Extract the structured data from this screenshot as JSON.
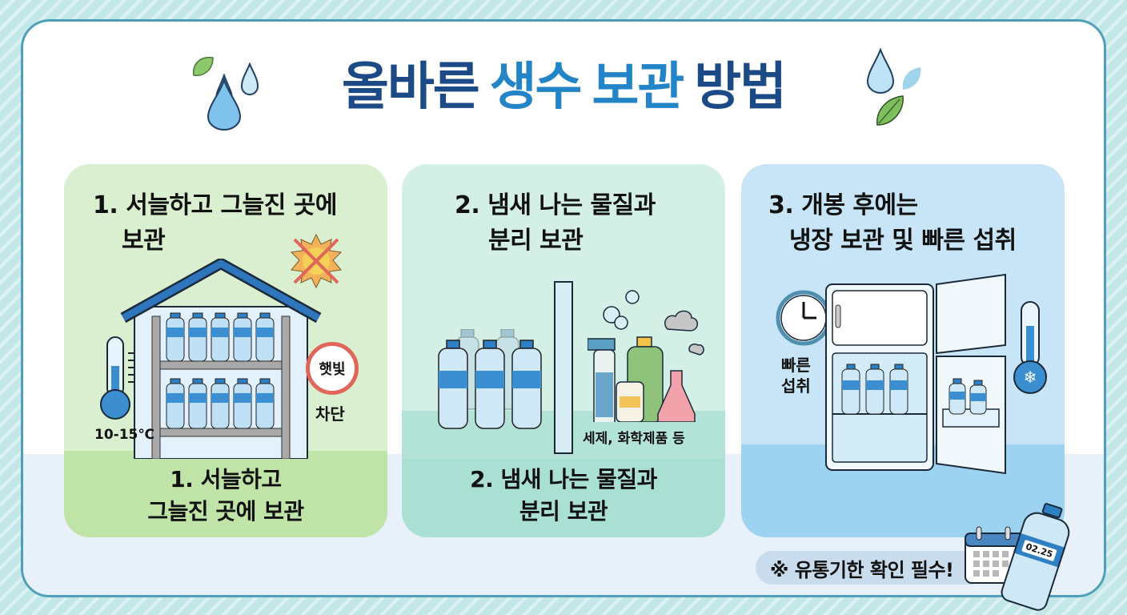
{
  "title": {
    "words": [
      {
        "text": "올바른",
        "style": "dark"
      },
      {
        "text": "생수",
        "style": "light"
      },
      {
        "text": "보관",
        "style": "light"
      },
      {
        "text": "방법",
        "style": "dark"
      }
    ],
    "colors": {
      "dark": "#1c4a86",
      "light": "#2384c8"
    }
  },
  "panels": [
    {
      "heading_line1": "1. 서늘하고 그늘진 곳에",
      "heading_line2": "보관",
      "caption_line1": "1. 서늘하고",
      "caption_line2": "그늘진 곳에 보관",
      "temperature_label": "10-15℃",
      "sunlight_badge": "햇빛",
      "sunlight_block_label": "차단",
      "color": "#d9efcf"
    },
    {
      "heading_line1": "2. 냄새 나는 물질과",
      "heading_line2": "분리 보관",
      "caption_line1": "2. 냄새 나는 물질과",
      "caption_line2": "분리 보관",
      "chemicals_label": "세제, 화학제품 등",
      "color": "#d3efe6"
    },
    {
      "heading_line1": "3. 개봉 후에는",
      "heading_line2": "냉장 보관 및 빠른 섭취",
      "quick_label_line1": "빠른",
      "quick_label_line2": "섭취",
      "color": "#c7e5f6"
    }
  ],
  "footer_note": "※ 유통기한 확인 필수!",
  "bottle_date_label": "02.25",
  "frame_color": "#4f9fb8"
}
